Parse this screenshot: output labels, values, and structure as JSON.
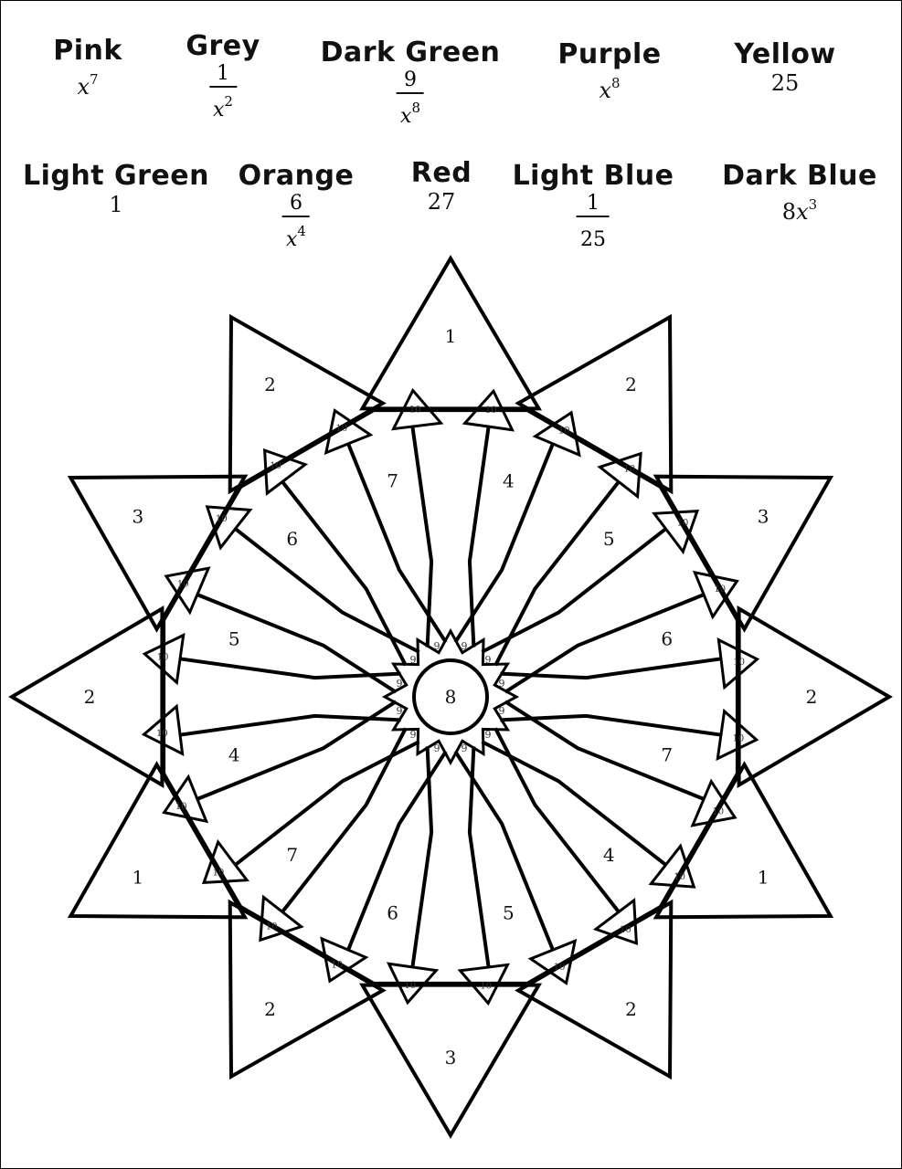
{
  "legend": [
    {
      "color": "Pink",
      "kind": "power",
      "base": "x",
      "exp": "7"
    },
    {
      "color": "Grey",
      "kind": "fraction",
      "num": "1",
      "den_base": "x",
      "den_exp": "2"
    },
    {
      "color": "Dark Green",
      "kind": "fraction",
      "num": "9",
      "den_base": "x",
      "den_exp": "8"
    },
    {
      "color": "Purple",
      "kind": "power",
      "base": "x",
      "exp": "8"
    },
    {
      "color": "Yellow",
      "kind": "plain",
      "text": "25"
    },
    {
      "color": "Light Green",
      "kind": "plain",
      "text": "1"
    },
    {
      "color": "Orange",
      "kind": "fraction",
      "num": "6",
      "den_base": "x",
      "den_exp": "4"
    },
    {
      "color": "Red",
      "kind": "plain",
      "text": "27"
    },
    {
      "color": "Light Blue",
      "kind": "fraction",
      "num": "1",
      "den_base": "25",
      "den_exp": ""
    },
    {
      "color": "Dark Blue",
      "kind": "power",
      "coef": "8",
      "base": "x",
      "exp": "3"
    }
  ],
  "star": {
    "center_label": "8",
    "tip_labels": [
      "1",
      "2",
      "3",
      "2",
      "1",
      "2",
      "3",
      "2",
      "1",
      "2",
      "3",
      "2"
    ],
    "inner_labels": [
      "4",
      "5",
      "6",
      "7",
      "4",
      "5",
      "6",
      "7",
      "4",
      "5",
      "6",
      "7"
    ],
    "edge_label": "10",
    "hub_label": "9"
  }
}
